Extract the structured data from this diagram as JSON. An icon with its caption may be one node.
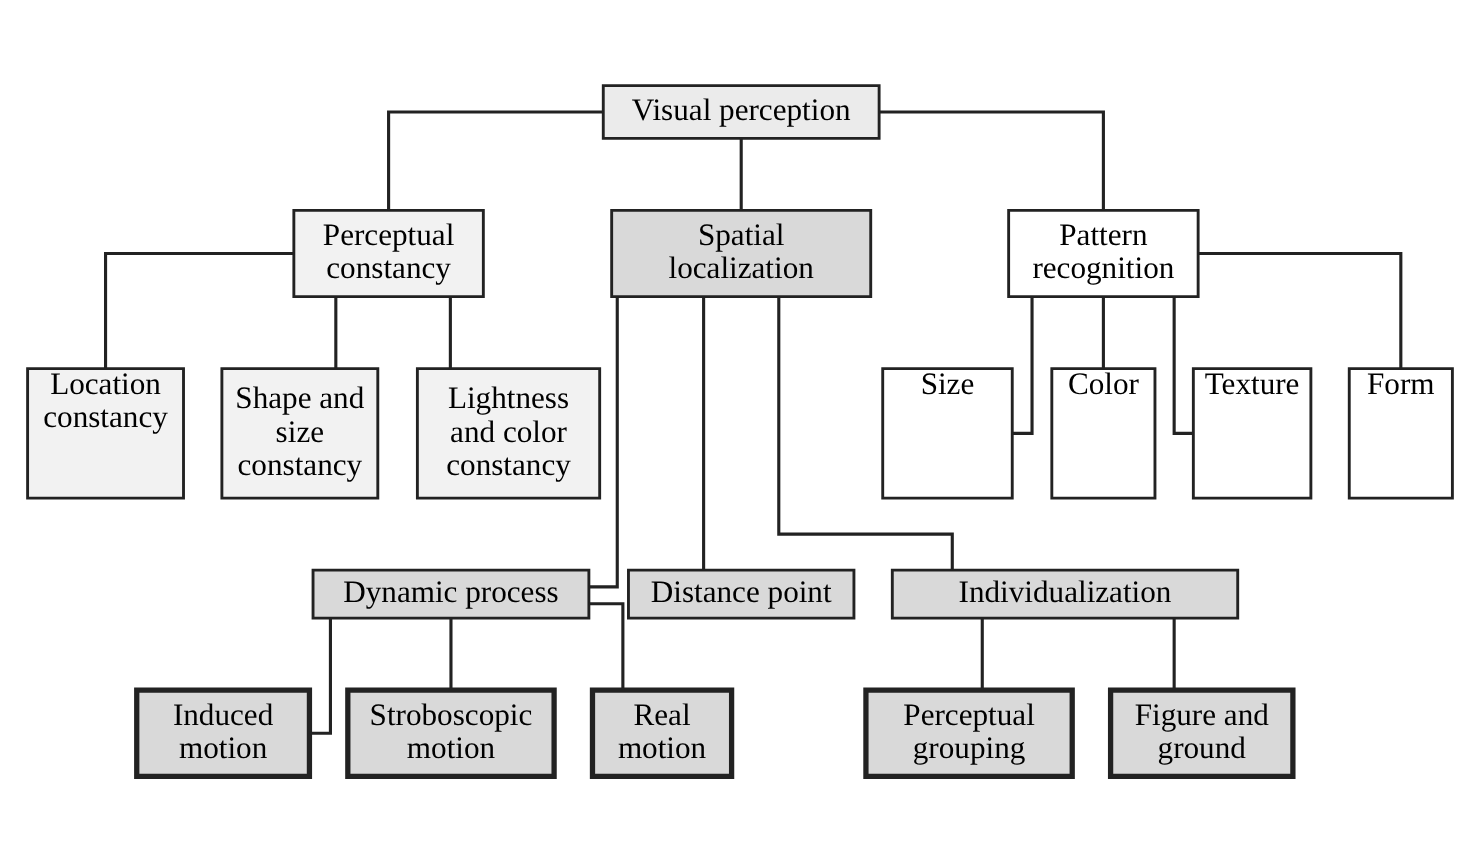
{
  "diagram": {
    "nodes": [
      {
        "text": [
          "Visual perception"
        ]
      },
      {
        "text": [
          "Perceptual constancy"
        ]
      },
      {
        "text": [
          "Spatial localization"
        ]
      },
      {
        "text": [
          "Pattern recognition"
        ]
      },
      {
        "text": [
          "Location constancy"
        ]
      },
      {
        "text": [
          "Shape and size constancy"
        ]
      },
      {
        "text": [
          "Lightness and color constancy"
        ]
      },
      {
        "text": [
          "Size"
        ]
      },
      {
        "text": [
          "Color"
        ]
      },
      {
        "text": [
          "Texture"
        ]
      },
      {
        "text": [
          "Form"
        ]
      },
      {
        "text": [
          "Dynamic process"
        ]
      },
      {
        "text": [
          "Distance point"
        ]
      },
      {
        "text": [
          "Individualization"
        ]
      },
      {
        "text": [
          "Induced motion"
        ]
      },
      {
        "text": [
          "Stroboscopic motion"
        ]
      },
      {
        "text": [
          "Real motion"
        ]
      },
      {
        "text": [
          "Perceptual grouping"
        ]
      },
      {
        "text": [
          "Figure and ground"
        ]
      }
    ],
    "edges": [
      {
        "from": 0,
        "to": 1,
        "arrow": "none"
      },
      {
        "from": 0,
        "to": 2,
        "arrow": "none"
      },
      {
        "from": 0,
        "to": 3,
        "arrow": "none"
      },
      {
        "from": 1,
        "to": 4,
        "arrow": "none"
      },
      {
        "from": 1,
        "to": 5,
        "arrow": "none"
      },
      {
        "from": 1,
        "to": 6,
        "arrow": "none"
      },
      {
        "from": 3,
        "to": 7,
        "arrow": "none"
      },
      {
        "from": 3,
        "to": 8,
        "arrow": "none"
      },
      {
        "from": 3,
        "to": 9,
        "arrow": "none"
      },
      {
        "from": 3,
        "to": 10,
        "arrow": "none"
      },
      {
        "from": 2,
        "to": 11,
        "arrow": "none"
      },
      {
        "from": 2,
        "to": 12,
        "arrow": "none"
      },
      {
        "from": 2,
        "to": 13,
        "arrow": "none"
      },
      {
        "from": 11,
        "to": 14,
        "arrow": "none"
      },
      {
        "from": 11,
        "to": 15,
        "arrow": "none"
      },
      {
        "from": 11,
        "to": 16,
        "arrow": "none"
      },
      {
        "from": 13,
        "to": 17,
        "arrow": "none"
      },
      {
        "from": 13,
        "to": 18,
        "arrow": "none"
      }
    ]
  }
}
